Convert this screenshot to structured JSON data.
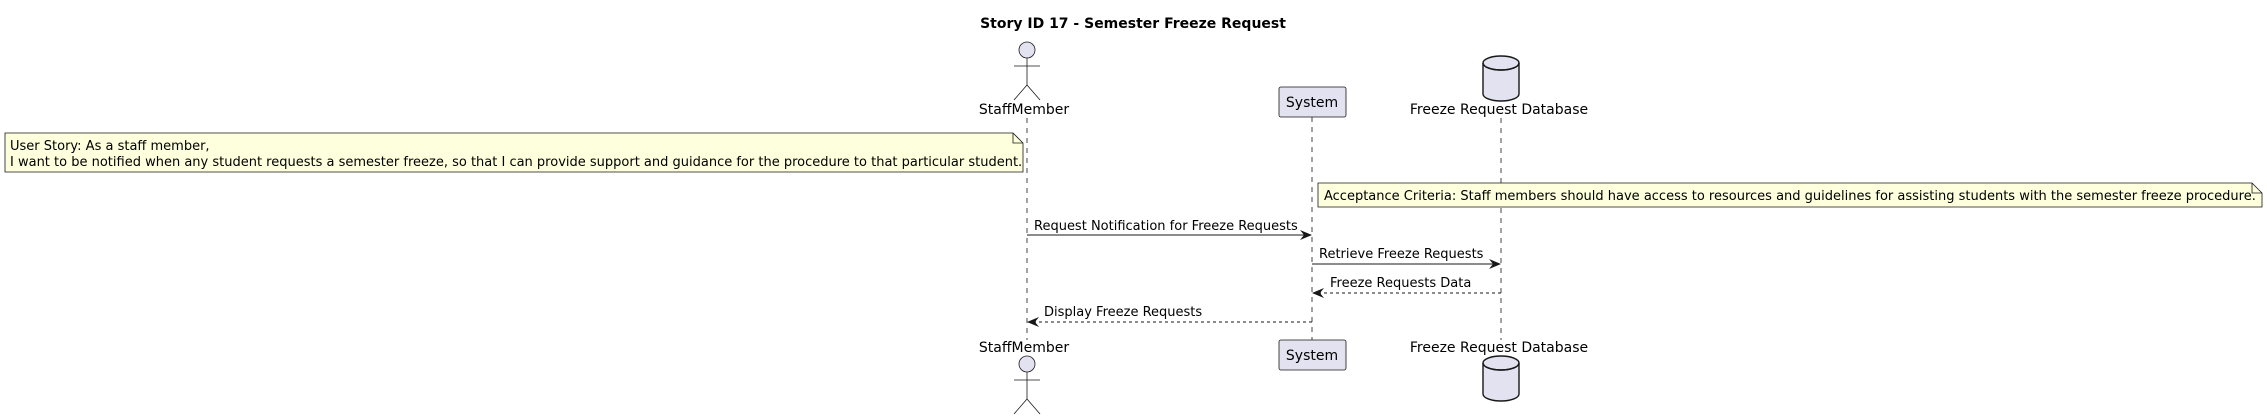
{
  "title": "Story ID 17 - Semester Freeze Request",
  "participants": [
    {
      "id": "staff",
      "label": "StaffMember",
      "kind": "actor"
    },
    {
      "id": "system",
      "label": "System",
      "kind": "participant"
    },
    {
      "id": "db",
      "label": "Freeze Request Database",
      "kind": "database"
    }
  ],
  "notes": [
    {
      "id": "user-story",
      "line1": "User Story: As a staff member,",
      "line2": "I want to be notified when any student requests a semester freeze, so that I can provide support and guidance for the procedure to that particular student."
    },
    {
      "id": "acceptance",
      "line1": "Acceptance Criteria: Staff members should have access to resources and guidelines for assisting students with the semester freeze procedure."
    }
  ],
  "messages": [
    {
      "label": "Request Notification for Freeze Requests",
      "from": "staff",
      "to": "system",
      "style": "solid"
    },
    {
      "label": "Retrieve Freeze Requests",
      "from": "system",
      "to": "db",
      "style": "solid"
    },
    {
      "label": "Freeze Requests Data",
      "from": "db",
      "to": "system",
      "style": "dashed"
    },
    {
      "label": "Display Freeze Requests",
      "from": "system",
      "to": "staff",
      "style": "dashed"
    }
  ],
  "colors": {
    "participant_fill": "#E2E2F0",
    "participant_stroke": "#181818",
    "note_fill": "#FEFFDD",
    "note_stroke": "#181818",
    "lifeline": "#181818"
  }
}
